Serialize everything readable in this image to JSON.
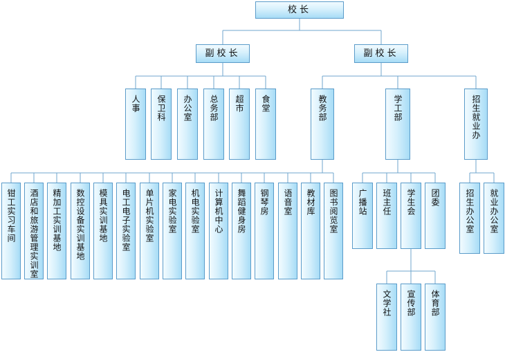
{
  "org_chart": {
    "principal": "校长",
    "vp_left": "副校长",
    "vp_right": "副校长",
    "admin_departments": [
      "人事",
      "保卫科",
      "办公室",
      "总务部",
      "超市",
      "食堂"
    ],
    "academic_departments": [
      "教务部",
      "学工部",
      "招生就业办"
    ],
    "teaching_units": [
      "钳工实习车间",
      "酒店和旅游管理实训室",
      "精加工实训基地",
      "数控设备实训基地",
      "模具实训基地",
      "电工电子实验室",
      "单片机实验室",
      "家电实验室",
      "机电实验室",
      "计算机中心",
      "舞蹈健身房",
      "钢琴房",
      "语音室",
      "教材库",
      "图书阅览室"
    ],
    "student_affairs_units": [
      "广播站",
      "班主任",
      "学生会",
      "团委"
    ],
    "student_union_units": [
      "文学社",
      "宣传部",
      "体育部"
    ],
    "admissions_units": [
      "招生办公室",
      "就业办公室"
    ]
  }
}
